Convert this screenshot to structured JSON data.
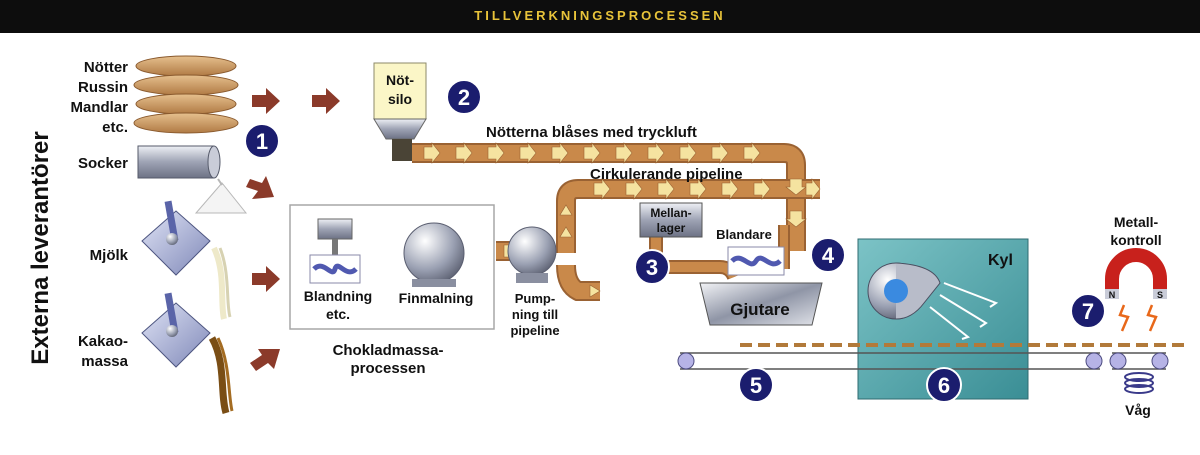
{
  "header": {
    "title": "TILLVERKNINGSPROCESSEN"
  },
  "side_label": "Externa leverantörer",
  "suppliers": {
    "nuts_line1": "Nötter",
    "nuts_line2": "Russin",
    "nuts_line3": "Mandlar",
    "nuts_line4": "etc.",
    "sugar": "Socker",
    "milk": "Mjölk",
    "cocoa_line1": "Kakao-",
    "cocoa_line2": "massa"
  },
  "nut_silo": {
    "line1": "Nöt-",
    "line2": "silo"
  },
  "labels": {
    "blown": "Nötterna blåses med tryckluft",
    "circulating": "Cirkulerande pipeline",
    "buffer_line1": "Mellan-",
    "buffer_line2": "lager",
    "mixer": "Blandare",
    "caster": "Gjutare",
    "cooler": "Kyl",
    "mixing_line1": "Blandning",
    "mixing_line2": "etc.",
    "refining": "Finmalning",
    "pumping_line1": "Pump-",
    "pumping_line2": "ning till",
    "pumping_line3": "pipeline",
    "process_line1": "Chokladmassa-",
    "process_line2": "processen",
    "metal_line1": "Metall-",
    "metal_line2": "kontroll",
    "scale": "Våg",
    "magnet_n": "N",
    "magnet_s": "S"
  },
  "steps": [
    "1",
    "2",
    "3",
    "4",
    "5",
    "6",
    "7"
  ],
  "colors": {
    "pipe": "#c9894a",
    "pipe_edge": "#9a6233",
    "pipe_arrow": "#f5e3a0",
    "feed_arrow": "#8b3a2a",
    "step_circle": "#1b1d6e",
    "cooler": "#4aa3a8",
    "silo": "#fbf6c7",
    "magnet": "#c8211c",
    "conveyor_roller": "#b6b3e6"
  },
  "icons": [
    "sack-icon",
    "sugar-cylinder-icon",
    "milk-carton-icon",
    "cocoa-carton-icon",
    "mixer-icon",
    "refiner-icon",
    "pump-icon",
    "fan-icon",
    "magnet-icon",
    "spring-scale-icon"
  ]
}
